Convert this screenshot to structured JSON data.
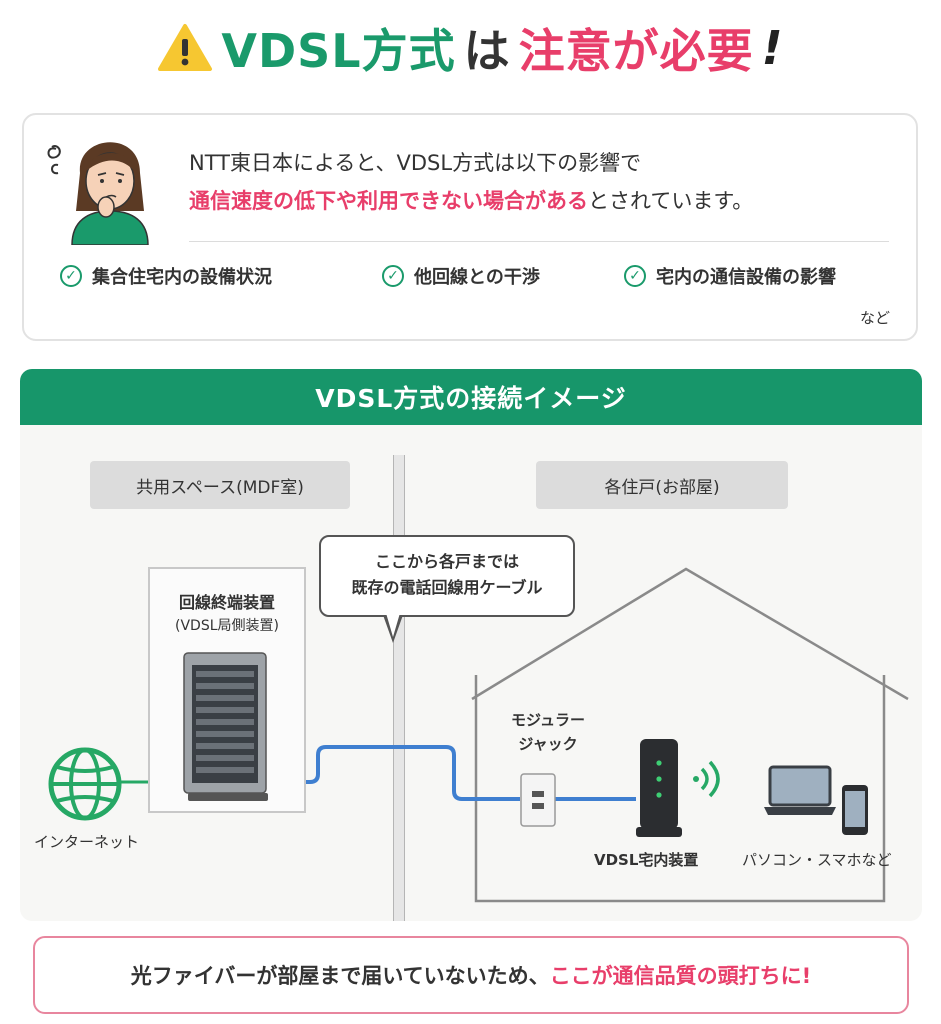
{
  "title": {
    "part1": "VDSL方式",
    "part2": "は",
    "part3": "注意が必要",
    "part4": "!"
  },
  "info": {
    "line1": "NTT東日本によると、VDSL方式は以下の影響で",
    "line2_highlight": "通信速度の低下や利用できない場合がある",
    "line2_rest": "とされています。",
    "items": [
      "集合住宅内の設備状況",
      "他回線との干渉",
      "宅内の通信設備の影響"
    ],
    "note": "など"
  },
  "diagram": {
    "header": "VDSL方式の接続イメージ",
    "zone_left": "共用スペース(MDF室)",
    "zone_right": "各住戸(お部屋)",
    "bubble_line1": "ここから各戸までは",
    "bubble_line2": "既存の電話回線用ケーブル",
    "mdf_title": "回線終端装置",
    "mdf_sub": "(VDSL局側装置)",
    "internet_label": "インターネット",
    "jack_label_line1": "モジュラー",
    "jack_label_line2": "ジャック",
    "modem_label": "VDSL宅内装置",
    "devices_label": "パソコン・スマホなど"
  },
  "warning": {
    "text_plain": "光ファイバーが部屋まで届いていないため、",
    "text_highlight": "ここが通信品質の頭打ちに!"
  },
  "colors": {
    "green": "#1a9a6b",
    "pink": "#e83e6a",
    "blue": "#3f7fd0",
    "warning_yellow": "#f6c731"
  }
}
